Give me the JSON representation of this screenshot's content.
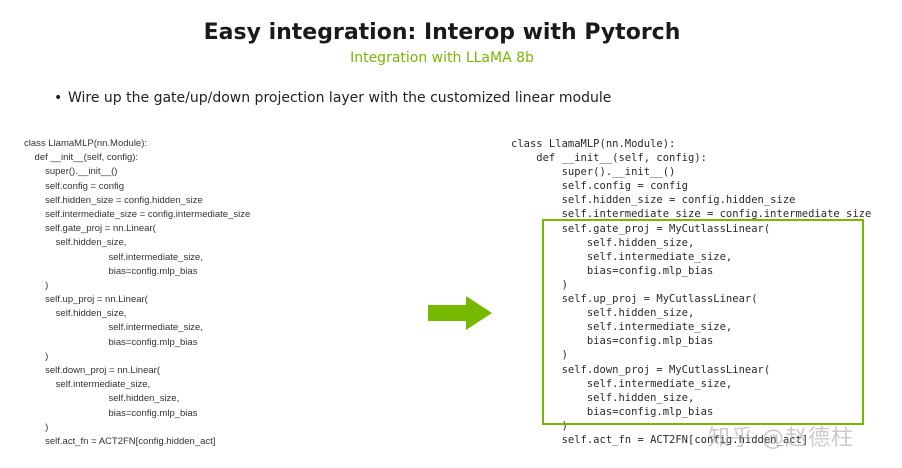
{
  "slide": {
    "title": "Easy integration: Interop with Pytorch",
    "subtitle": "Integration with LLaMA 8b",
    "bullet": "Wire up the gate/up/down projection layer with the customized linear module"
  },
  "code_left": [
    "class LlamaMLP(nn.Module):",
    "    def __init__(self, config):",
    "        super().__init__()",
    "        self.config = config",
    "        self.hidden_size = config.hidden_size",
    "        self.intermediate_size = config.intermediate_size",
    "        self.gate_proj = nn.Linear(",
    "            self.hidden_size,",
    "                                self.intermediate_size,",
    "                                bias=config.mlp_bias",
    "        )",
    "        self.up_proj = nn.Linear(",
    "            self.hidden_size,",
    "                                self.intermediate_size,",
    "                                bias=config.mlp_bias",
    "        )",
    "        self.down_proj = nn.Linear(",
    "            self.intermediate_size,",
    "                                self.hidden_size,",
    "                                bias=config.mlp_bias",
    "        )",
    "        self.act_fn = ACT2FN[config.hidden_act]"
  ],
  "code_right": [
    "class LlamaMLP(nn.Module):",
    "    def __init__(self, config):",
    "        super().__init__()",
    "        self.config = config",
    "        self.hidden_size = config.hidden_size",
    "        self.intermediate_size = config.intermediate_size",
    "        self.gate_proj = MyCutlassLinear(",
    "            self.hidden_size,",
    "            self.intermediate_size,",
    "            bias=config.mlp_bias",
    "        )",
    "        self.up_proj = MyCutlassLinear(",
    "            self.hidden_size,",
    "            self.intermediate_size,",
    "            bias=config.mlp_bias",
    "        )",
    "        self.down_proj = MyCutlassLinear(",
    "            self.intermediate_size,",
    "            self.hidden_size,",
    "            bias=config.mlp_bias",
    "        )",
    "        self.act_fn = ACT2FN[config.hidden_act]"
  ],
  "watermark": "知乎 @赵德柱",
  "colors": {
    "accent": "#76b900",
    "keyword": "#2b4fa8"
  },
  "icons": {
    "arrow": "right-arrow-icon"
  }
}
